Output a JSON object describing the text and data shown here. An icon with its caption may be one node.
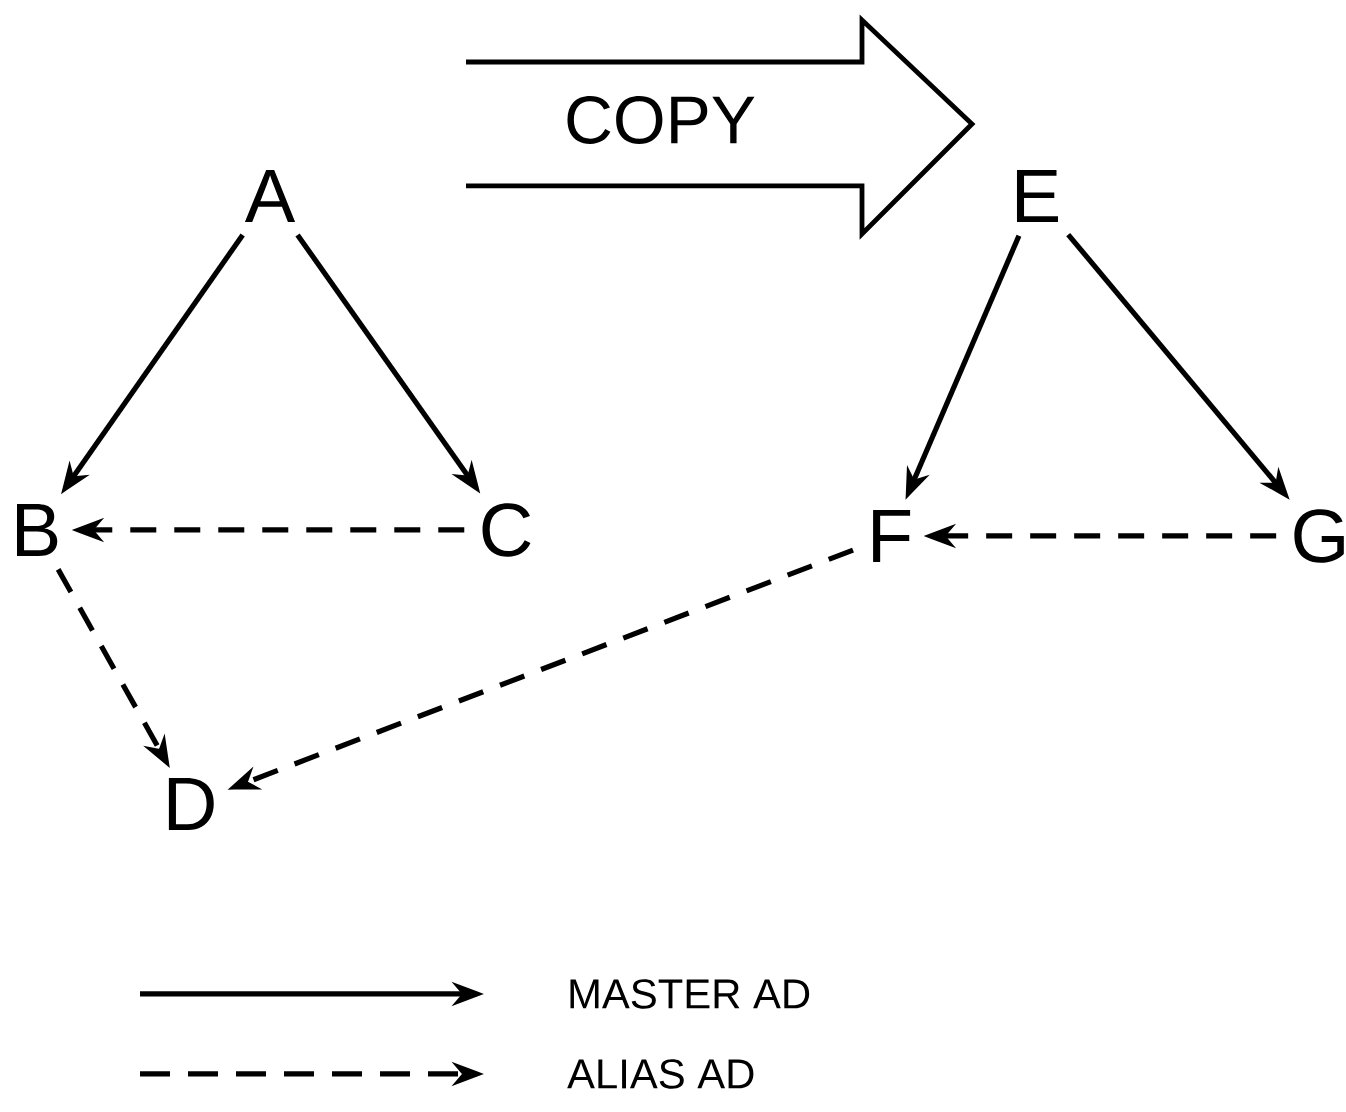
{
  "diagram": {
    "nodes": [
      {
        "text": [
          "A"
        ]
      },
      {
        "text": [
          "B"
        ]
      },
      {
        "text": [
          "C"
        ]
      },
      {
        "text": [
          "D"
        ]
      },
      {
        "text": [
          "E"
        ]
      },
      {
        "text": [
          "F"
        ]
      },
      {
        "text": [
          "G"
        ]
      }
    ],
    "edges": [
      {
        "from": 0,
        "to": 1,
        "arrow": "to"
      },
      {
        "from": 0,
        "to": 2,
        "arrow": "to"
      },
      {
        "from": 2,
        "to": 1,
        "arrow": "to",
        "style": "dashed"
      },
      {
        "from": 1,
        "to": 3,
        "arrow": "to",
        "style": "dashed"
      },
      {
        "from": 4,
        "to": 5,
        "arrow": "to"
      },
      {
        "from": 4,
        "to": 6,
        "arrow": "to"
      },
      {
        "from": 6,
        "to": 5,
        "arrow": "to",
        "style": "dashed"
      },
      {
        "from": 5,
        "to": 3,
        "arrow": "to",
        "style": "dashed"
      }
    ],
    "labels": [
      "COPY"
    ],
    "legend": [
      {
        "text": "MASTER AD"
      },
      {
        "text": "ALIAS AD"
      }
    ]
  }
}
